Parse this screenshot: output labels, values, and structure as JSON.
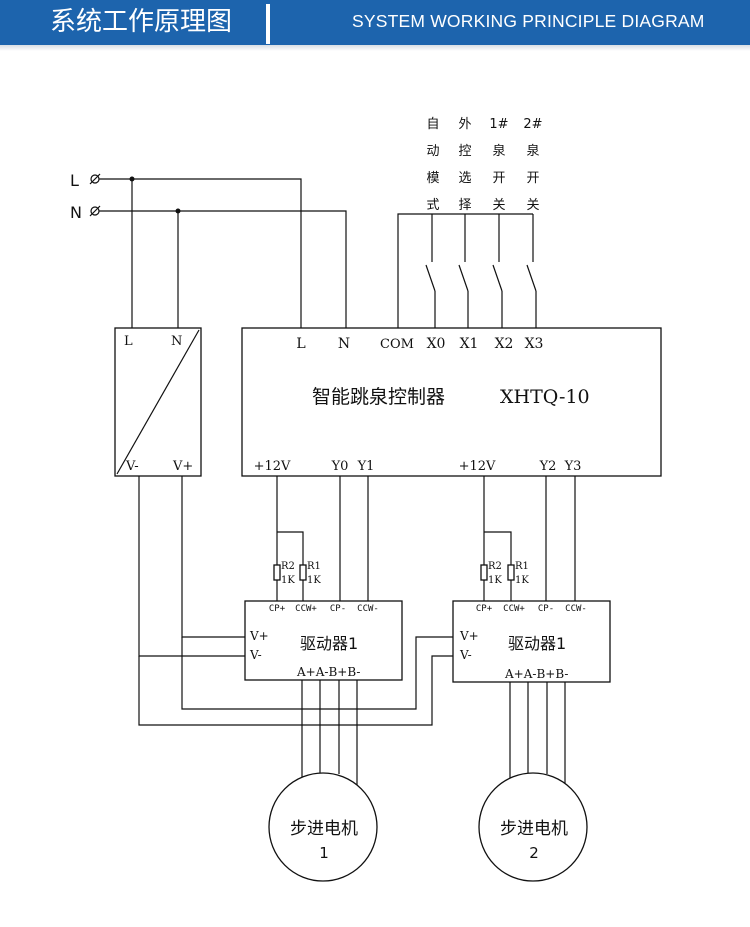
{
  "header": {
    "title": "系统工作原理图",
    "subtitle": "SYSTEM WORKING PRINCIPLE DIAGRAM",
    "background_color": "#1d64ad"
  },
  "power_input": {
    "terminals": [
      "L",
      "N"
    ]
  },
  "power_supply": {
    "labels": [
      "L",
      "N",
      "V-",
      "V+"
    ]
  },
  "switch_labels": [
    [
      "自",
      "动",
      "模",
      "式"
    ],
    [
      "外",
      "控",
      "选",
      "择"
    ],
    [
      "1#",
      "泉",
      "开",
      "关"
    ],
    [
      "2#",
      "泉",
      "开",
      "关"
    ]
  ],
  "controller": {
    "name": "智能跳泉控制器",
    "model": "XHTQ-10",
    "top_terminals": [
      "L",
      "N",
      "COM",
      "X0",
      "X1",
      "X2",
      "X3"
    ],
    "bottom_terminals": [
      "+12V",
      "Y0",
      "Y1",
      "+12V",
      "Y2",
      "Y3"
    ]
  },
  "resistors": [
    {
      "name": "R2",
      "value": "1K"
    },
    {
      "name": "R1",
      "value": "1K"
    },
    {
      "name": "R2",
      "value": "1K"
    },
    {
      "name": "R1",
      "value": "1K"
    }
  ],
  "drivers": [
    {
      "title": "驱动器1",
      "input_terminals": [
        "CP+",
        "CCW+",
        "CP-",
        "CCW-"
      ],
      "power_terminals": [
        "V+",
        "V-"
      ],
      "output_terminals": "A+A-B+B-"
    },
    {
      "title": "驱动器1",
      "input_terminals": [
        "CP+",
        "CCW+",
        "CP-",
        "CCW-"
      ],
      "power_terminals": [
        "V+",
        "V-"
      ],
      "output_terminals": "A+A-B+B-"
    }
  ],
  "motors": [
    {
      "name": "步进电机",
      "number": "1"
    },
    {
      "name": "步进电机",
      "number": "2"
    }
  ]
}
